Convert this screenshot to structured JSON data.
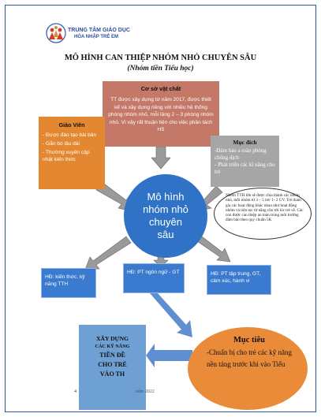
{
  "logo": {
    "line1": "TRUNG TÂM GIÁO DỤC",
    "line2": "HÒA NHẬP TRẺ EM"
  },
  "title": "MÔ HÌNH CAN THIỆP NHÓM NHỎ CHUYÊN SÂU",
  "subtitle": "(Nhóm tiền Tiểu học)",
  "facility": {
    "heading": "Cơ sở vật chất",
    "body": "TT được xây dựng từ năm 2017, được thiết kế và xây dựng riêng với nhiều hệ thống phòng nhóm nhỏ, mỗi tầng 2 – 3 phòng nhóm nhỏ. Vì vậy rất thuận tiện cho việc phân tách HS"
  },
  "teachers": {
    "heading": "Giáo Viên",
    "items": [
      "- Được đào tạo bài bản",
      "- Gắn bó lâu dài",
      "- Thường xuyên cập nhật kiến thức"
    ]
  },
  "purpose": {
    "heading": "Mục đích",
    "items": [
      "-Đảm bảo a toàn phòng chống dịch",
      "- Phát triển các kĩ năng cho trẻ"
    ]
  },
  "center": {
    "line1": "Mô hình",
    "line2": "nhóm nhỏ",
    "line3": "chuyên",
    "line4": "sâu"
  },
  "note": "Nhóm TTH lớn sẽ được chia thành các nhóm nhỏ, mỗi nhóm từ 3 – 5 trẻ/ 1- 2 GV. Trẻ tham gia các hoạt động khác nhau như hoạt động nhóm và tiện tục từ năng cho tới lúc trẻ về. Các con được can thiệp an toàn trong môi trường đảm bảo theo quy chuẩn 5K",
  "activities": {
    "a1": "HĐ: kiến thức, kỹ năng TTH",
    "a2": "HĐ: PT ngôn ngữ - GT",
    "a3": "HĐ: PT tập trung, GT, cảm xúc, hành vi"
  },
  "build": {
    "l1": "XÂY DỰNG",
    "l2": "CÁC KỸ NĂNG",
    "l3": "TIỀN ĐỀ",
    "l4": "CHO TRẺ",
    "l5": "VÀO TH"
  },
  "goal": {
    "heading": "Mục tiêu",
    "body": "-Chuẩn bị cho trẻ các kỹ năng nền tảng trước khi vào Tiểu"
  },
  "footer": {
    "page": "4",
    "year": "năm 2022"
  },
  "colors": {
    "facility": "#c47867",
    "teachers": "#e38830",
    "purpose": "#a6a6a6",
    "center": "#2f72c6",
    "activity": "#3a7bd0",
    "build": "#6fa0d3",
    "goal": "#ea8b3a"
  }
}
